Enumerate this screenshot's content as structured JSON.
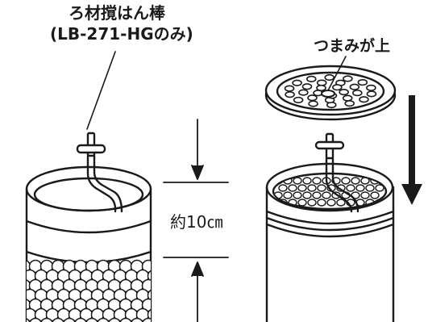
{
  "labels": {
    "stirrer_line1": "ろ材撹はん棒",
    "stirrer_line2": "(LB-271-HGのみ)",
    "knob_up": "つまみが上",
    "depth": "約10㎝"
  },
  "colors": {
    "ink": "#1a1a1a",
    "background": "#ffffff"
  }
}
